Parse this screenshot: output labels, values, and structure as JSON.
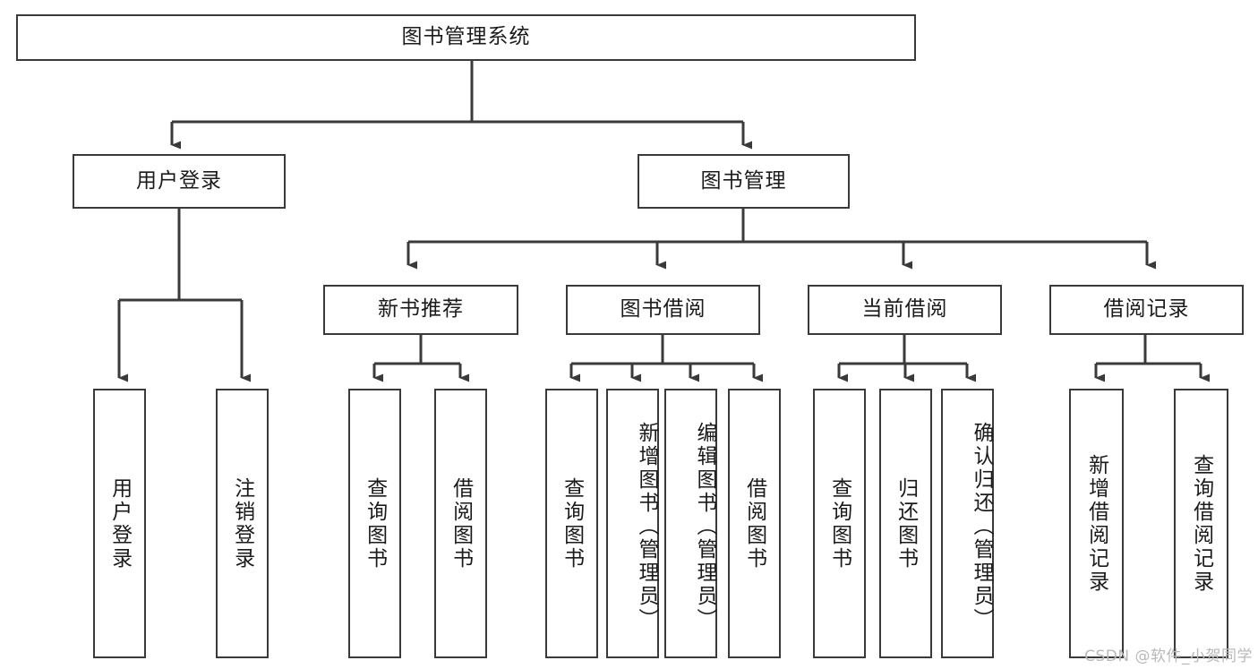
{
  "diagram": {
    "title": "图书管理系统",
    "watermark": "CSDN @软件_小贺同学",
    "stroke_color": "#3a3a3a",
    "fill_color": "#ffffff",
    "text_color": "#1b1b1b",
    "watermark_color": "#b9b9b9",
    "type": "tree-hierarchy",
    "levels": 4,
    "nodes": {
      "root": "图书管理系统",
      "level2": [
        "用户登录",
        "图书管理"
      ],
      "level3": [
        "新书推荐",
        "图书借阅",
        "当前借阅",
        "借阅记录"
      ],
      "user_login_children": [
        "用户登录",
        "注销登录"
      ],
      "new_book_children": [
        "查询图书",
        "借阅图书"
      ],
      "book_borrow_children": [
        "查询图书",
        "新增图书（管理员）",
        "编辑图书（管理员）",
        "借阅图书"
      ],
      "current_borrow_children": [
        "查询图书",
        "归还图书",
        "确认归还（管理员）"
      ],
      "borrow_record_children": [
        "新增借阅记录",
        "查询借阅记录"
      ]
    }
  }
}
